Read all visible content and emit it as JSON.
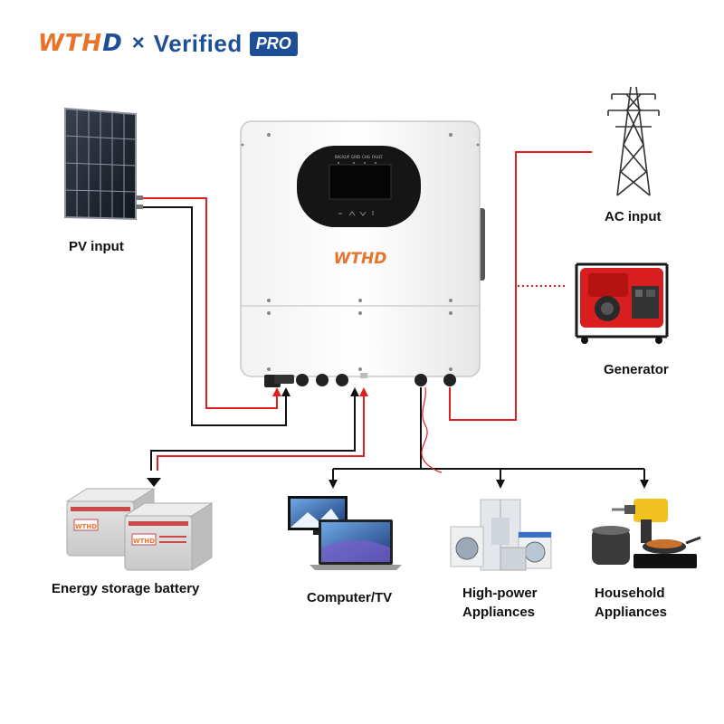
{
  "header": {
    "brand": "WTHD",
    "times": "×",
    "verified": "Verified",
    "pro": "PRO"
  },
  "inverter": {
    "brand": "WTHD",
    "indicators": [
      "BACKUP",
      "GRID",
      "CHG",
      "FAULT"
    ]
  },
  "labels": {
    "pv_input": "PV input",
    "ac_input": "AC input",
    "generator": "Generator",
    "battery": "Energy storage battery",
    "computer": "Computer/TV",
    "high_power_1": "High-power",
    "high_power_2": "Appliances",
    "household_1": "Household",
    "household_2": "Appliances"
  },
  "colors": {
    "red_wire": "#e02020",
    "black_wire": "#111111",
    "brand_orange": "#e8732a",
    "brand_blue": "#1e4e96"
  }
}
